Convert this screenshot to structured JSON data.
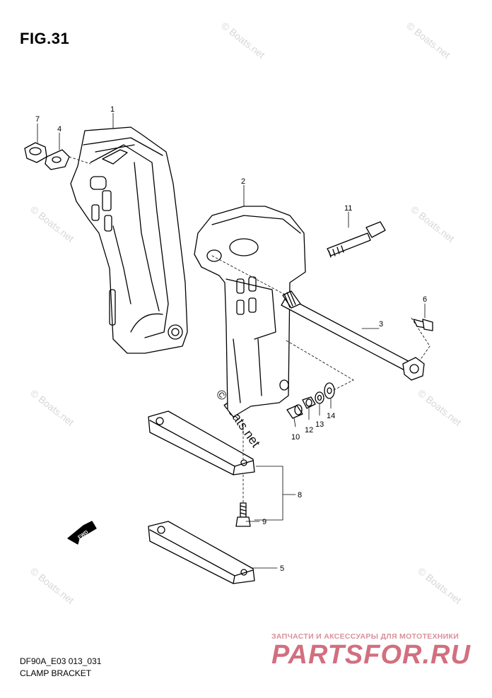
{
  "figure": {
    "title": "FIG.31",
    "code": "DF90A_E03 013_031",
    "name": "CLAMP BRACKET"
  },
  "watermark": {
    "text": "© Boats.net"
  },
  "branding": {
    "tagline": "ЗАПЧАСТИ И АКСЕССУАРЫ ДЛЯ МОТОТЕХНИКИ",
    "site": "PARTSFOR.RU",
    "color": "#d26f7f"
  },
  "fwd_label": "FWD",
  "callouts": [
    "1",
    "2",
    "3",
    "4",
    "5",
    "6",
    "7",
    "8",
    "9",
    "10",
    "11",
    "12",
    "13",
    "14"
  ]
}
